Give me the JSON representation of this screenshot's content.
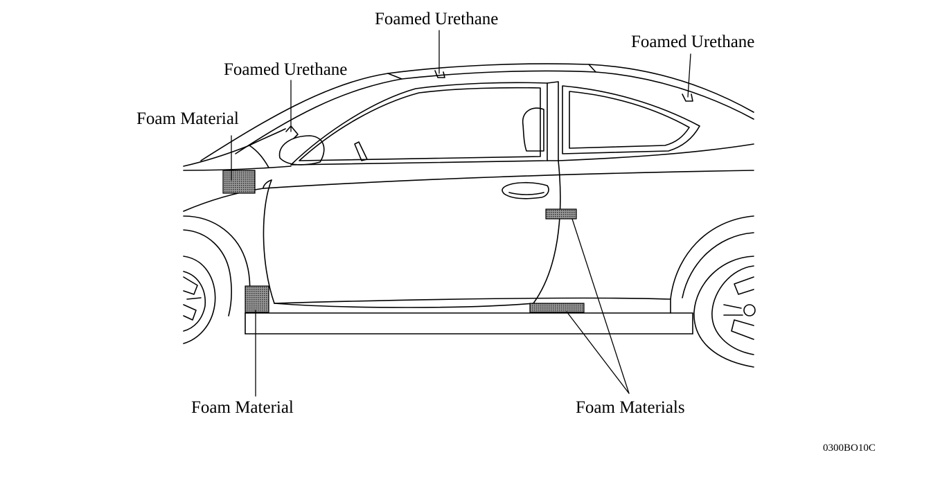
{
  "diagram": {
    "labels": {
      "foamed_urethane_roof_center": "Foamed Urethane",
      "foamed_urethane_roof_rear": "Foamed Urethane",
      "foamed_urethane_pillar": "Foamed Urethane",
      "foam_material_fender": "Foam Material",
      "foam_material_rocker_front": "Foam Material",
      "foam_materials_door": "Foam Materials"
    },
    "figure_code": "0300BO10C"
  },
  "colors": {
    "line": "#000000",
    "foam_fill": "#8c8c8c",
    "background": "#ffffff"
  }
}
